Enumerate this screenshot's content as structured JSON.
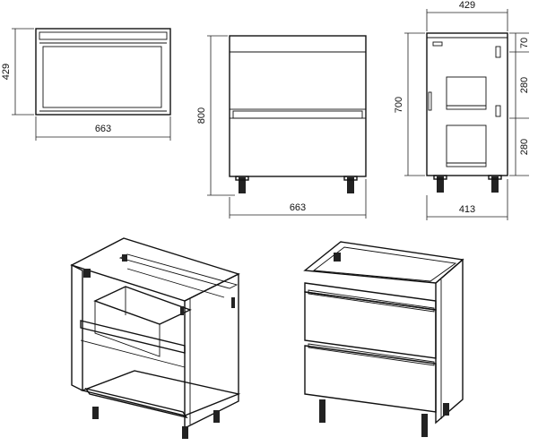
{
  "top_view": {
    "depth_label": "429",
    "width_label": "663"
  },
  "front_view": {
    "height_label": "800",
    "width_label": "663"
  },
  "side_view": {
    "depth_top_label": "429",
    "height_label": "700",
    "depth_bottom_label": "413",
    "seg_top_label": "70",
    "seg_mid_label": "280",
    "seg_bottom_label": "280"
  }
}
